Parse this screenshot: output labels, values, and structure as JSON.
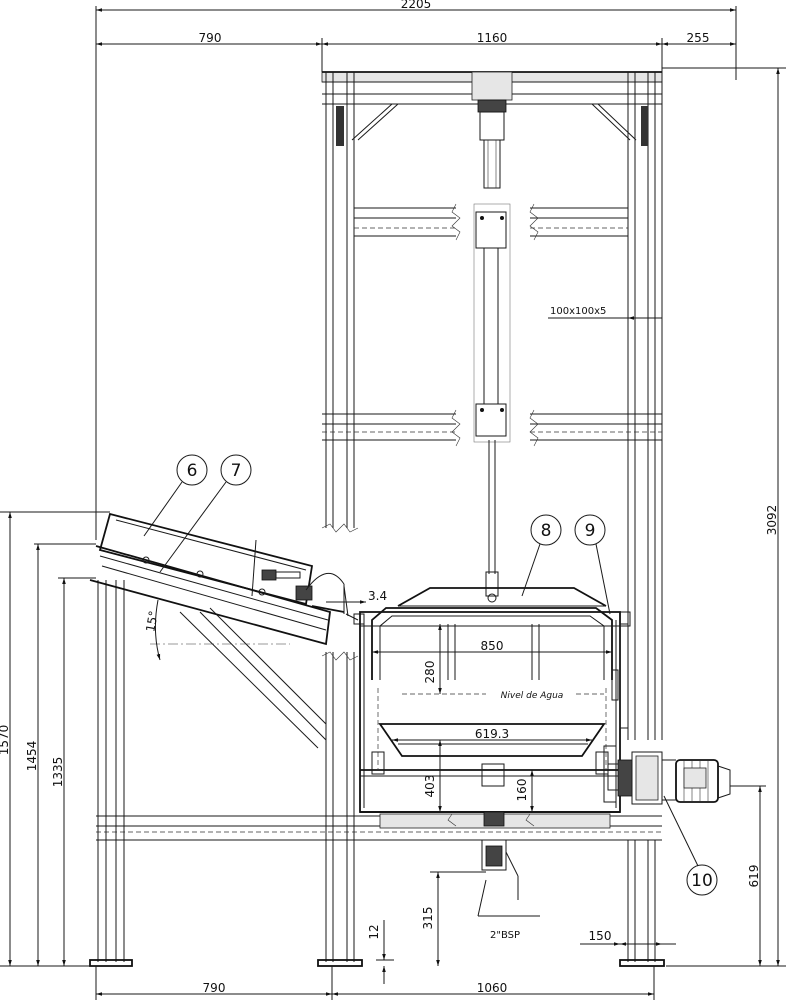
{
  "dimensions": {
    "overall_width": "2205",
    "left_span_top": "790",
    "center_span_top": "1160",
    "right_span_top": "255",
    "left_span_bottom": "790",
    "center_span_bottom": "1060",
    "overall_height": "3092",
    "height_1570": "1570",
    "height_1454": "1454",
    "height_1335": "1335",
    "motor_height": "619",
    "offset_12": "12",
    "outlet_height": "315",
    "foot_width": "150",
    "tank_inner_width": "850",
    "water_depth": "280",
    "basket_width": "619.3",
    "tank_lower": "403",
    "basket_drop": "160",
    "gap": "3.4",
    "angle": "15°",
    "profile": "100x100x5",
    "thread": "2\"BSP"
  },
  "labels": {
    "water_level": "Nivel de Agua"
  },
  "balloons": {
    "b6": "6",
    "b7": "7",
    "b8": "8",
    "b9": "9",
    "b10": "10"
  }
}
